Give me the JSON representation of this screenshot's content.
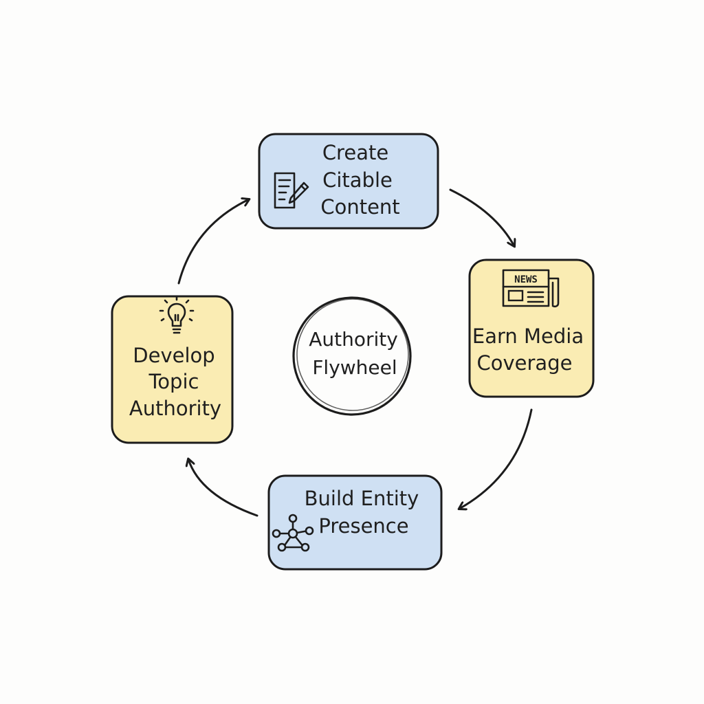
{
  "diagram": {
    "center": {
      "line1": "Authority",
      "line2": "Flywheel"
    },
    "nodes": {
      "create": {
        "line1": "Create",
        "line2": "Citable",
        "line3": "Content",
        "icon": "document-pencil-icon"
      },
      "earn": {
        "line1": "Earn Media",
        "line2": "Coverage",
        "icon": "newspaper-icon",
        "icon_text": "NEWS"
      },
      "build": {
        "line1": "Build Entity",
        "line2": "Presence",
        "icon": "network-nodes-icon"
      },
      "develop": {
        "line1": "Develop",
        "line2": "Topic",
        "line3": "Authority",
        "icon": "lightbulb-icon"
      }
    },
    "colors": {
      "blue_box": "#cfe0f3",
      "yellow_box": "#faecb3",
      "outline": "#1c1c1c"
    }
  }
}
